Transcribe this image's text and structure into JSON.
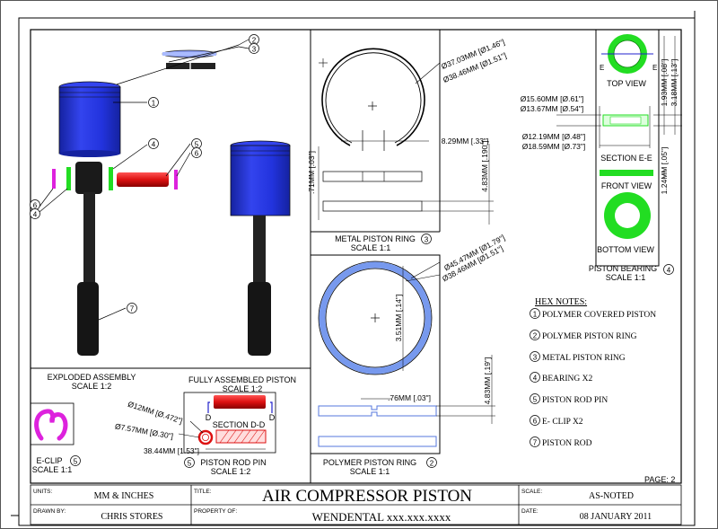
{
  "views": {
    "exploded": {
      "title": "EXPLODED ASSEMBLY",
      "scale": "SCALE 1:2"
    },
    "assembled": {
      "title": "FULLY ASSEMBLED PISTON",
      "scale": "SCALE 1:2"
    },
    "metal_ring": {
      "title": "METAL PISTON RING",
      "scale": "SCALE 1:1",
      "dims": [
        "Ø37.03MM [Ø1.46\"]",
        "Ø38.46MM [Ø1.51\"]",
        "8.29MM [.33\"]",
        ".71MM [.03\"]",
        "4.83MM [.190\"]"
      ]
    },
    "polymer_ring": {
      "title": "POLYMER PISTON RING",
      "scale": "SCALE 1:1",
      "dims": [
        "Ø45.47MM [Ø1.79\"]",
        "Ø38.46MM [Ø1.51\"]",
        "3.51MM [.14\"]",
        "4.83MM [.19\"]",
        ".76MM [.03\"]"
      ]
    },
    "bearing": {
      "title": "PISTON BEARING",
      "scale": "SCALE 1:1",
      "labels": [
        "TOP VIEW",
        "SECTION E-E",
        "FRONT VIEW",
        "BOTTOM VIEW"
      ],
      "dims": [
        "Ø15.60MM [Ø.61\"]",
        "Ø13.67MM [Ø.54\"]",
        "Ø12.19MM [Ø.48\"]",
        "Ø18.59MM [Ø.73\"]",
        "1.93MM [.08\"]",
        "3.18MM [.13\"]",
        "1.24MM [.05\"]"
      ],
      "section_letter": "E"
    },
    "eclip": {
      "title": "E-CLIP",
      "scale": "SCALE 1:1"
    },
    "pin": {
      "title": "PISTON ROD PIN",
      "scale": "SCALE 1:2",
      "section_label": "SECTION D-D",
      "section_letter": "D",
      "dims": [
        "Ø12MM [Ø.472\"]",
        "Ø7.57MM [Ø.30\"]",
        "38.44MM [1.53\"]"
      ]
    }
  },
  "balloons": [
    "1",
    "2",
    "3",
    "4",
    "5",
    "6",
    "7"
  ],
  "hex_notes": {
    "title": "HEX NOTES:",
    "items": [
      {
        "num": "1",
        "text": "POLYMER COVERED PISTON"
      },
      {
        "num": "2",
        "text": "POLYMER PISTON RING"
      },
      {
        "num": "3",
        "text": "METAL PISTON RING"
      },
      {
        "num": "4",
        "text": "BEARING X2"
      },
      {
        "num": "5",
        "text": "PISTON ROD PIN"
      },
      {
        "num": "6",
        "text": "E- CLIP X2"
      },
      {
        "num": "7",
        "text": "PISTON ROD"
      }
    ]
  },
  "page": "PAGE: 2",
  "title_block": {
    "units_label": "UNITS:",
    "units": "MM & INCHES",
    "title_label": "TITLE:",
    "title": "AIR COMPRESSOR PISTON",
    "scale_label": "SCALE:",
    "scale": "AS-NOTED",
    "drawn_label": "DRAWN BY:",
    "drawn": "CHRIS STORES",
    "property_label": "PROPERTY OF:",
    "property": "WENDENTAL  xxx.xxx.xxxx",
    "date_label": "DATE:",
    "date": "08 JANUARY 2011"
  },
  "colors": {
    "piston": "#2233dd",
    "piston_dark": "#1522a0",
    "rod": "#1a1a1a",
    "pin": "#dd1111",
    "clip": "#dd22dd",
    "bearing": "#22dd22",
    "ring_blue": "#7799ee",
    "line": "#000000"
  }
}
